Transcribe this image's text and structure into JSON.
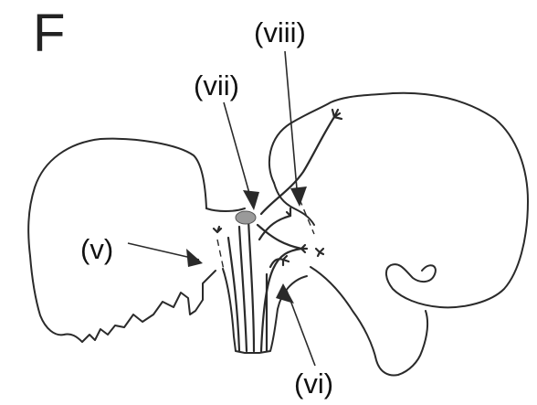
{
  "panel": {
    "letter": "F"
  },
  "labels": {
    "v": "(v)",
    "vi": "(vi)",
    "vii": "(vii)",
    "viii": "(viii)"
  },
  "colors": {
    "line": "#2a2a2a",
    "nucleus": "#9a9a9a",
    "background": "#ffffff"
  }
}
